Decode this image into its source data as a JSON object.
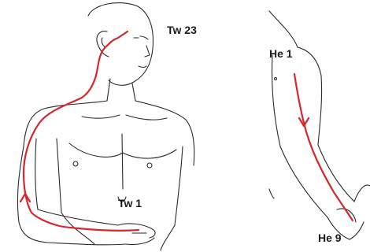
{
  "labels": {
    "tw23": "Tw 23",
    "tw1": "Tw 1",
    "he1": "He 1",
    "he9": "He 9"
  },
  "colors": {
    "meridian": "#d8262b",
    "outline": "#2a2a2a"
  }
}
